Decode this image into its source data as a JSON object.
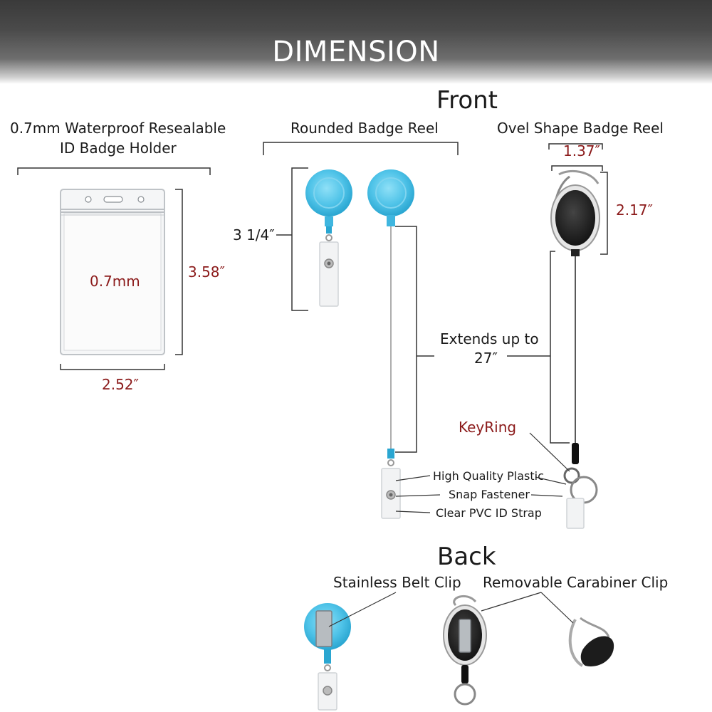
{
  "banner": {
    "title": "DIMENSION"
  },
  "sections": {
    "front": "Front",
    "back": "Back"
  },
  "holder": {
    "title_line1": "0.7mm Waterproof Resealable",
    "title_line2": "ID Badge Holder",
    "thickness": "0.7mm",
    "height": "3.58″",
    "width": "2.52″"
  },
  "rounded_reel": {
    "title": "Rounded Badge Reel",
    "height": "3 1/4″"
  },
  "oval_reel": {
    "title": "Ovel Shape Badge Reel",
    "width": "1.37″",
    "height": "2.17″"
  },
  "extends": {
    "line1": "Extends up to",
    "line2": "27″"
  },
  "keyring": "KeyRing",
  "callouts": [
    "High Quality Plastic",
    "Snap Fastener",
    "Clear PVC ID Strap"
  ],
  "back": {
    "belt_clip": "Stainless Belt Clip",
    "carabiner": "Removable Carabiner Clip"
  },
  "colors": {
    "dimension_red": "#8b1a1a",
    "reel_blue": "#4fc3e8",
    "reel_black": "#1c1c1c"
  }
}
